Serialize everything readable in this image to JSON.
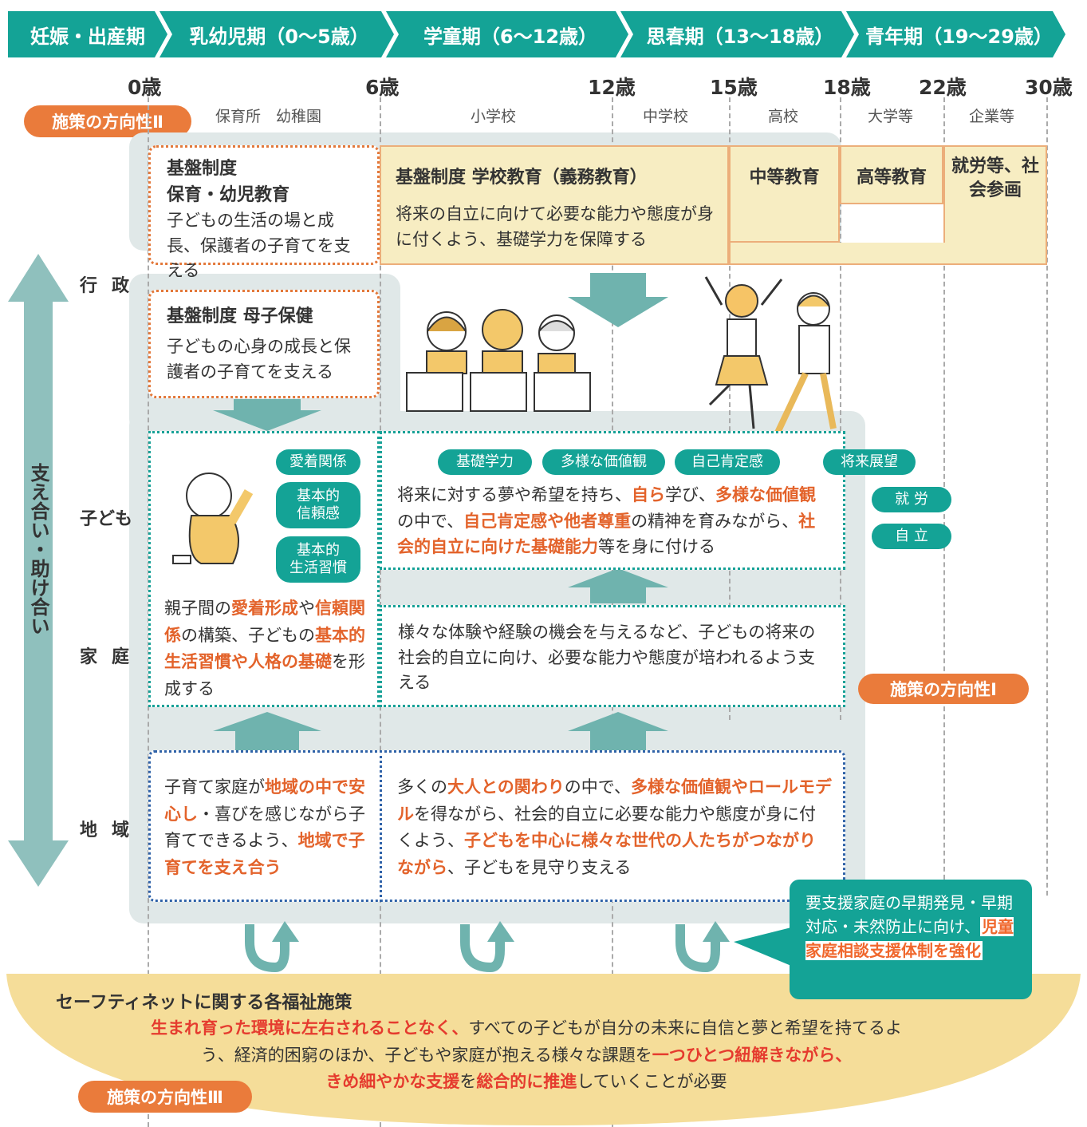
{
  "stages": [
    {
      "label": "妊娠・出産期"
    },
    {
      "label": "乳幼児期（0〜5歳）"
    },
    {
      "label": "学童期（6〜12歳）"
    },
    {
      "label": "思春期（13〜18歳）"
    },
    {
      "label": "青年期（19〜29歳）"
    }
  ],
  "ages": [
    "0歳",
    "6歳",
    "12歳",
    "15歳",
    "18歳",
    "22歳",
    "30歳"
  ],
  "schools": {
    "nursery": "保育所　幼稚園",
    "elementary": "小学校",
    "junior_high": "中学校",
    "high": "高校",
    "university": "大学等",
    "company": "企業等"
  },
  "policy": {
    "p2": "施策の方向性Ⅱ",
    "p1": "施策の方向性Ⅰ",
    "p3": "施策の方向性Ⅲ"
  },
  "rows": {
    "admin": "行政",
    "child": "子ども",
    "family": "家庭",
    "community": "地域"
  },
  "side_label": "支え合い・助け合い",
  "admin": {
    "early_title1": "基盤制度",
    "early_title2": "保育・幼児教育",
    "early_text": "子どもの生活の場と成長、保護者の子育てを支える",
    "school_title": "基盤制度 学校教育（義務教育）",
    "school_text": "将来の自立に向けて必要な能力や態度が身に付くよう、基礎学力を保障する",
    "secondary": "中等教育",
    "higher": "高等教育",
    "work": "就労等、社会参画",
    "maternal_title": "基盤制度 母子保健",
    "maternal_text": "子どもの心身の成長と保護者の子育てを支える"
  },
  "child": {
    "tags_early": [
      "愛着関係",
      "基本的\n信頼感",
      "基本的\n生活習慣"
    ],
    "tags_school": [
      "基礎学力",
      "多様な価値観",
      "自己肯定感",
      "将来展望"
    ],
    "tags_youth": [
      "就 労",
      "自 立"
    ],
    "school_text": {
      "t1": "将来に対する夢や希望を持ち、",
      "h1": "自ら",
      "t2": "学び、",
      "h2": "多様な価値観",
      "t3": "の中で、",
      "h3": "自己肯定感や他者尊重",
      "t4": "の精神を育みながら、",
      "h4": "社会的自立に向けた基礎能力",
      "t5": "等を身に付ける"
    }
  },
  "family": {
    "early_text": {
      "t1": "親子間の",
      "h1": "愛着形成",
      "t2": "や",
      "h2": "信頼関係",
      "t3": "の構築、子どもの",
      "h3": "基本的生活習慣や人格の基礎",
      "t4": "を形成する"
    },
    "school_text": "様々な体験や経験の機会を与えるなど、子どもの将来の社会的自立に向け、必要な能力や態度が培われるよう支える"
  },
  "community": {
    "early_text": {
      "t1": "子育て家庭が",
      "h1": "地域の中で安心し",
      "t2": "・喜びを感じながら子育てできるよう、",
      "h2": "地域で子育てを支え合う"
    },
    "school_text": {
      "t1": "多くの",
      "h1": "大人との関わり",
      "t2": "の中で、",
      "h2": "多様な価値観やロールモデル",
      "t3": "を得ながら、社会的自立に必要な能力や態度が身に付くよう、",
      "h3": "子どもを中心に様々な世代の人たちがつながりながら",
      "t4": "、子どもを見守り支える"
    }
  },
  "callout": {
    "text": "要支援家庭の早期発見・早期対応・未然防止に向け、",
    "highlight": "児童家庭相談支援体制を強化"
  },
  "safety": {
    "title": "セーフティネットに関する各福祉施策",
    "h1": "生まれ育った環境に左右されることなく、",
    "t1": "すべての子どもが自分の未来に自信と夢と希望を持てるよう、経済的困窮のほか、子どもや家庭が抱える様々な課題を",
    "h2": "一つひとつ紐解きながら、",
    "h3": "きめ細やかな支援",
    "t2": "を",
    "h4": "総合的に推進",
    "t3": "していくことが必要"
  },
  "colors": {
    "teal": "#14a396",
    "orange": "#ea7b3b",
    "arrow": "#6fb3ae",
    "yellow": "#f7edc2",
    "gray": "#e0e8e8",
    "cream": "#f5dd99"
  }
}
